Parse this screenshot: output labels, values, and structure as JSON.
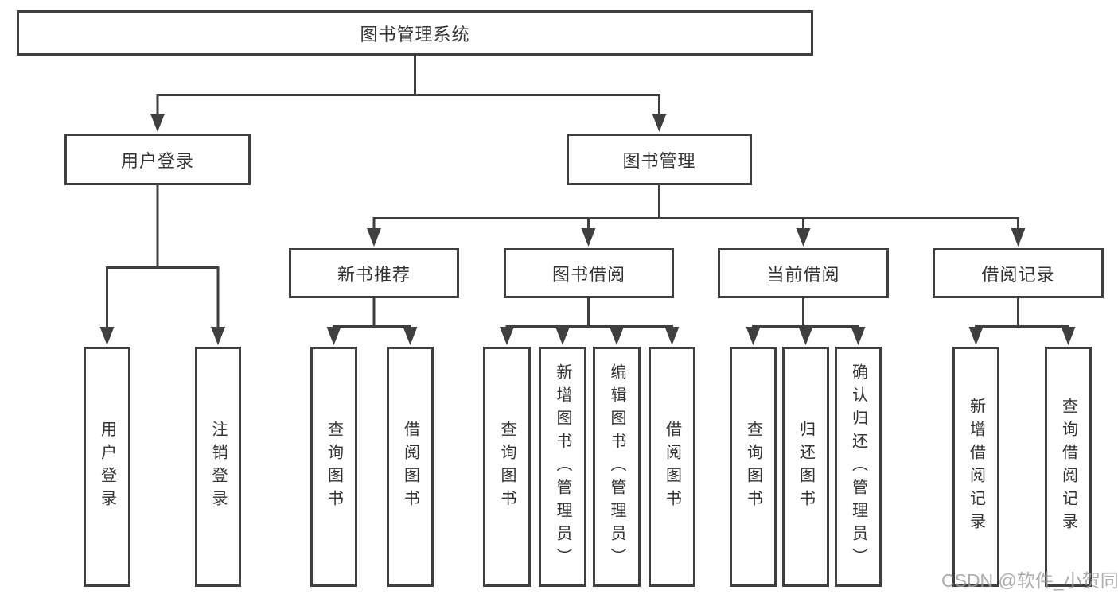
{
  "diagram": {
    "root_label": "图书管理系统",
    "branches": [
      {
        "label": "用户登录",
        "leaves": [
          "用户登录",
          "注销登录"
        ]
      },
      {
        "label": "图书管理",
        "modules": [
          {
            "label": "新书推荐",
            "leaves": [
              "查询图书",
              "借阅图书"
            ]
          },
          {
            "label": "图书借阅",
            "leaves": [
              "查询图书",
              "新增图书（管理员）",
              "编辑图书（管理员）",
              "借阅图书"
            ]
          },
          {
            "label": "当前借阅",
            "leaves": [
              "查询图书",
              "归还图书",
              "确认归还（管理员）"
            ]
          },
          {
            "label": "借阅记录",
            "leaves": [
              "新增借阅记录",
              "查询借阅记录"
            ]
          }
        ]
      }
    ]
  },
  "watermark": {
    "text": "CSDN @软件_小贺同学"
  },
  "colors": {
    "background": "#ffffff",
    "line": "#3f3f3f",
    "box_border": "#3f3f3f",
    "box_fill": "#ffffff",
    "text": "#333333",
    "watermark": "#9e9e9e"
  }
}
